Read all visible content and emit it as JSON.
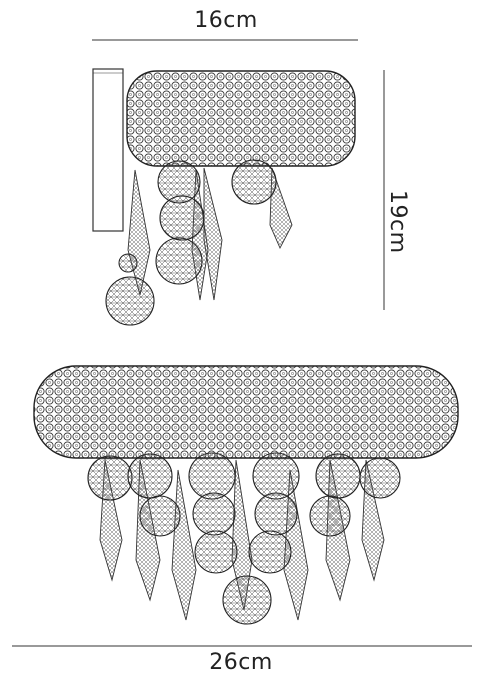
{
  "dimensions": {
    "side_width": "16cm",
    "side_height": "19cm",
    "front_width": "26cm"
  }
}
